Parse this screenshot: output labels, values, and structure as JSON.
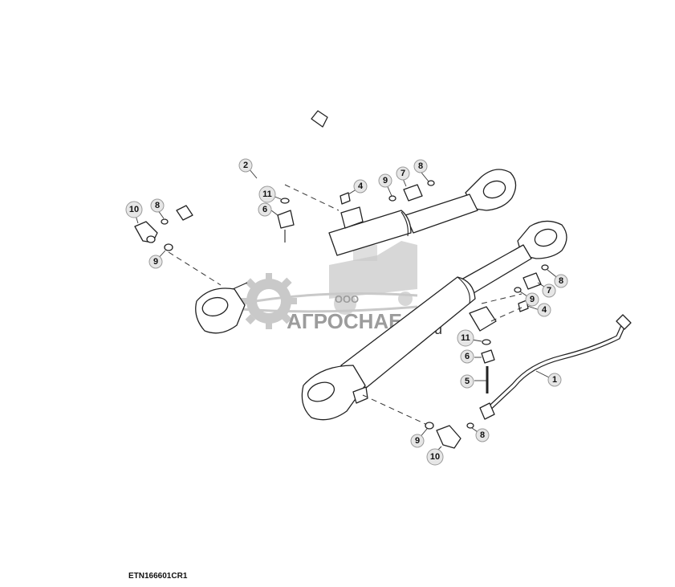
{
  "figure_id": "ETN166601CR1",
  "watermark": {
    "prefix": "ООО",
    "name": "АГРОСНАБ",
    "suffix": "u"
  },
  "callouts": [
    {
      "id": "c-1",
      "label": "1"
    },
    {
      "id": "c-2",
      "label": "2"
    },
    {
      "id": "c-4a",
      "label": "4"
    },
    {
      "id": "c-4b",
      "label": "4"
    },
    {
      "id": "c-5",
      "label": "5"
    },
    {
      "id": "c-6a",
      "label": "6"
    },
    {
      "id": "c-6b",
      "label": "6"
    },
    {
      "id": "c-7a",
      "label": "7"
    },
    {
      "id": "c-7b",
      "label": "7"
    },
    {
      "id": "c-8a",
      "label": "8"
    },
    {
      "id": "c-8b",
      "label": "8"
    },
    {
      "id": "c-8c",
      "label": "8"
    },
    {
      "id": "c-8d",
      "label": "8"
    },
    {
      "id": "c-9a",
      "label": "9"
    },
    {
      "id": "c-9b",
      "label": "9"
    },
    {
      "id": "c-9c",
      "label": "9"
    },
    {
      "id": "c-9d",
      "label": "9"
    },
    {
      "id": "c-10a",
      "label": "10"
    },
    {
      "id": "c-10b",
      "label": "10"
    },
    {
      "id": "c-11a",
      "label": "11"
    },
    {
      "id": "c-11b",
      "label": "11"
    }
  ]
}
